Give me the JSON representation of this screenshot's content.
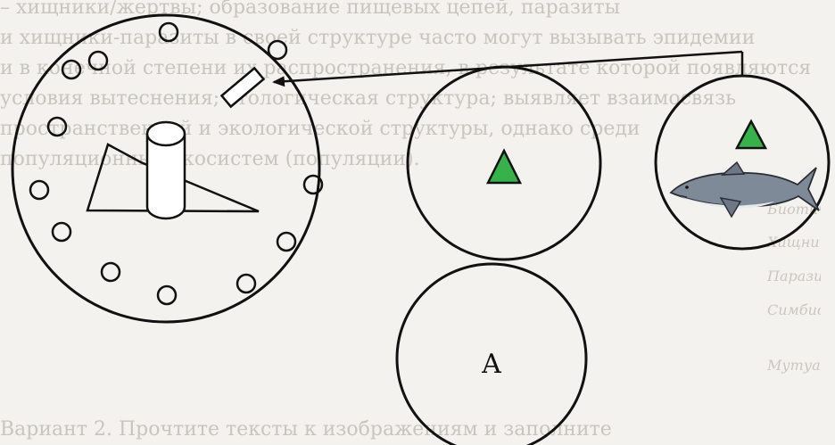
{
  "background_text": {
    "lines": [
      "– хищники/жертвы; образование пищевых цепей, паразиты",
      "и хищники-паразиты в своей структуре часто могут вызывать эпидемии",
      "и в конечной степени их распространения, в результате которой появляются",
      "условия вытеснения; этологическая структура; выявляет взаимосвязь",
      "пространственной и экологической структуры, однако среди",
      "популяционных экосистем (популяции)."
    ],
    "table_rows": [
      "Биотические факторы",
      "Хищничество",
      "Паразитизм",
      "Симбиоз",
      "Мутуализм"
    ],
    "footer": "Вариант 2. Прочтите тексты к изображениям и заполните"
  },
  "diagram": {
    "label_a": "A",
    "colors": {
      "stroke": "#111111",
      "triangle": "#35b24a",
      "shark_body": "#7f8a99",
      "shark_belly": "#e6ebef"
    },
    "icons": [
      "ring-dots",
      "cylinder",
      "triangle",
      "rectangle",
      "arrow",
      "shark-icon"
    ]
  }
}
